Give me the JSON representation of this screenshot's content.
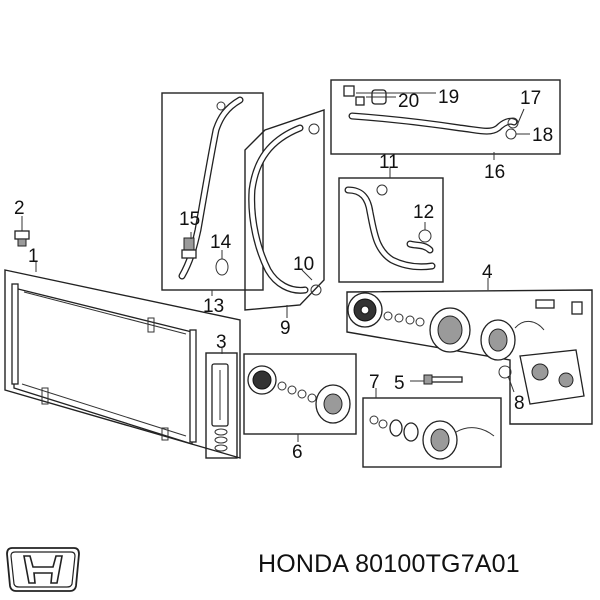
{
  "callouts": {
    "c1": "1",
    "c2": "2",
    "c3": "3",
    "c4": "4",
    "c5": "5",
    "c6": "6",
    "c7": "7",
    "c8": "8",
    "c9": "9",
    "c10": "10",
    "c11": "11",
    "c12": "12",
    "c13": "13",
    "c14": "14",
    "c15": "15",
    "c16": "16",
    "c17": "17",
    "c18": "18",
    "c19": "19",
    "c20": "20"
  },
  "caption": {
    "brand": "HONDA",
    "part_number": "80100TG7A01"
  },
  "logo": {
    "icon": "honda-h-logo-icon"
  }
}
